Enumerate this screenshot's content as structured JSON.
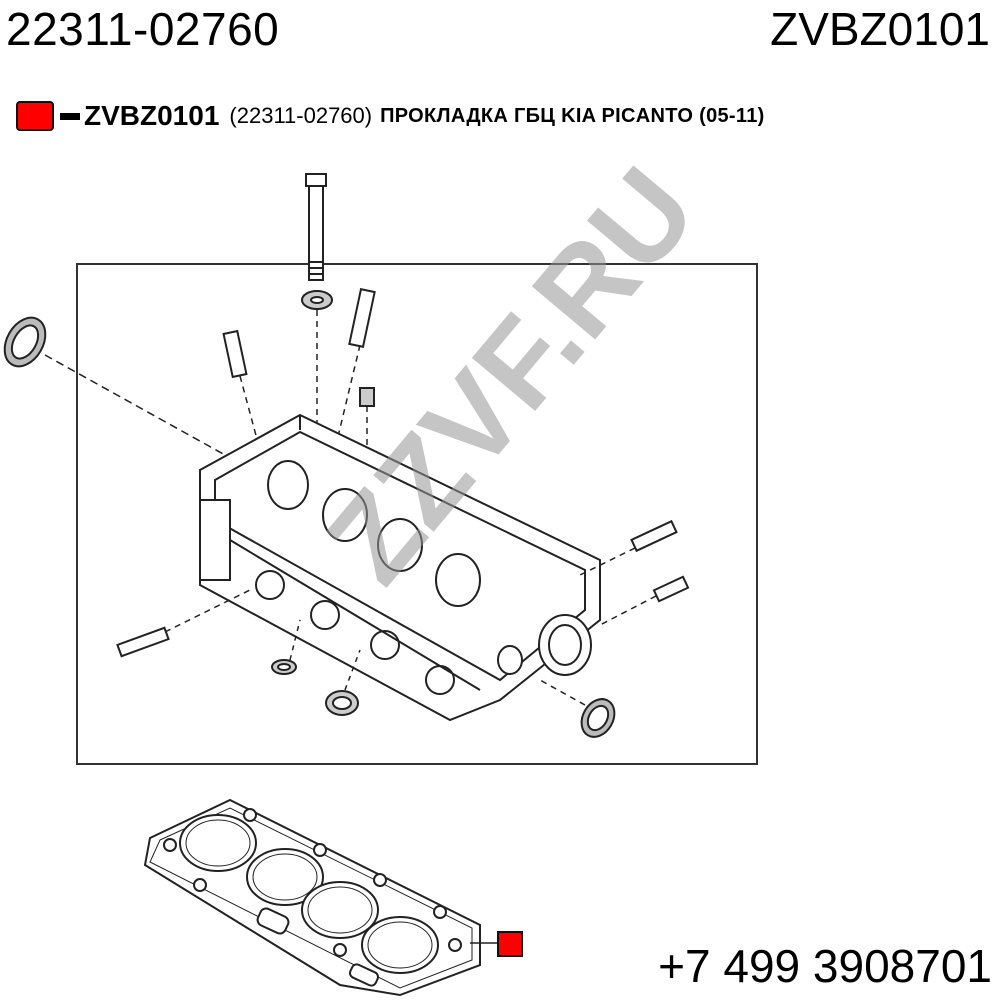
{
  "header": {
    "oem_number": "22311-02760",
    "article": "ZVBZ0101"
  },
  "title_line": {
    "article": "ZVBZ0101",
    "oem_number": "(22311-02760)",
    "description": "ПРОКЛАДКА ГБЦ KIA PICANTO (05-11)"
  },
  "watermark": "ZZVF.RU",
  "footer": {
    "phone": "+7 499 3908701"
  },
  "colors": {
    "marker": "#ff0000",
    "line_art": "#222222",
    "watermark": "#969696"
  }
}
